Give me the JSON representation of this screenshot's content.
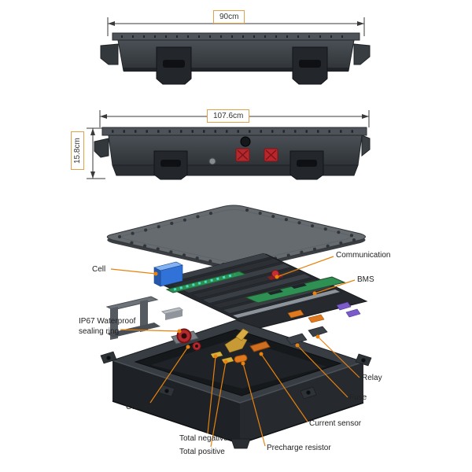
{
  "diagram": {
    "type": "battery-pack-technical-diagram",
    "views": {
      "top": {
        "width_dimension": "90cm"
      },
      "side": {
        "width_dimension": "107.6cm",
        "height_dimension": "15.8cm"
      }
    },
    "exploded_labels": {
      "communication": "Communication",
      "cell": "Cell",
      "bms": "BMS",
      "ip67_line1": "IP67 Waterproof",
      "ip67_line2": "sealing ring",
      "relay": "Relay",
      "fuse": "Fuse",
      "connector": "Connector",
      "current_sensor": "Current sensor",
      "total_negative": "Total negative",
      "total_positive": "Total positive",
      "precharge_resistor": "Precharge resistor"
    }
  },
  "colors": {
    "leader_line": "#e8820c",
    "dimension_line": "#3a3a3a",
    "dimension_box_border": "#e2a24c",
    "label_text": "#222222",
    "body_gray": "#41464b",
    "lid_gray": "#666b70",
    "tray_black": "#1e2226",
    "cell_blue": "#3172d8",
    "connector_red": "#b22a2e",
    "pcb_green": "#2f9054"
  }
}
